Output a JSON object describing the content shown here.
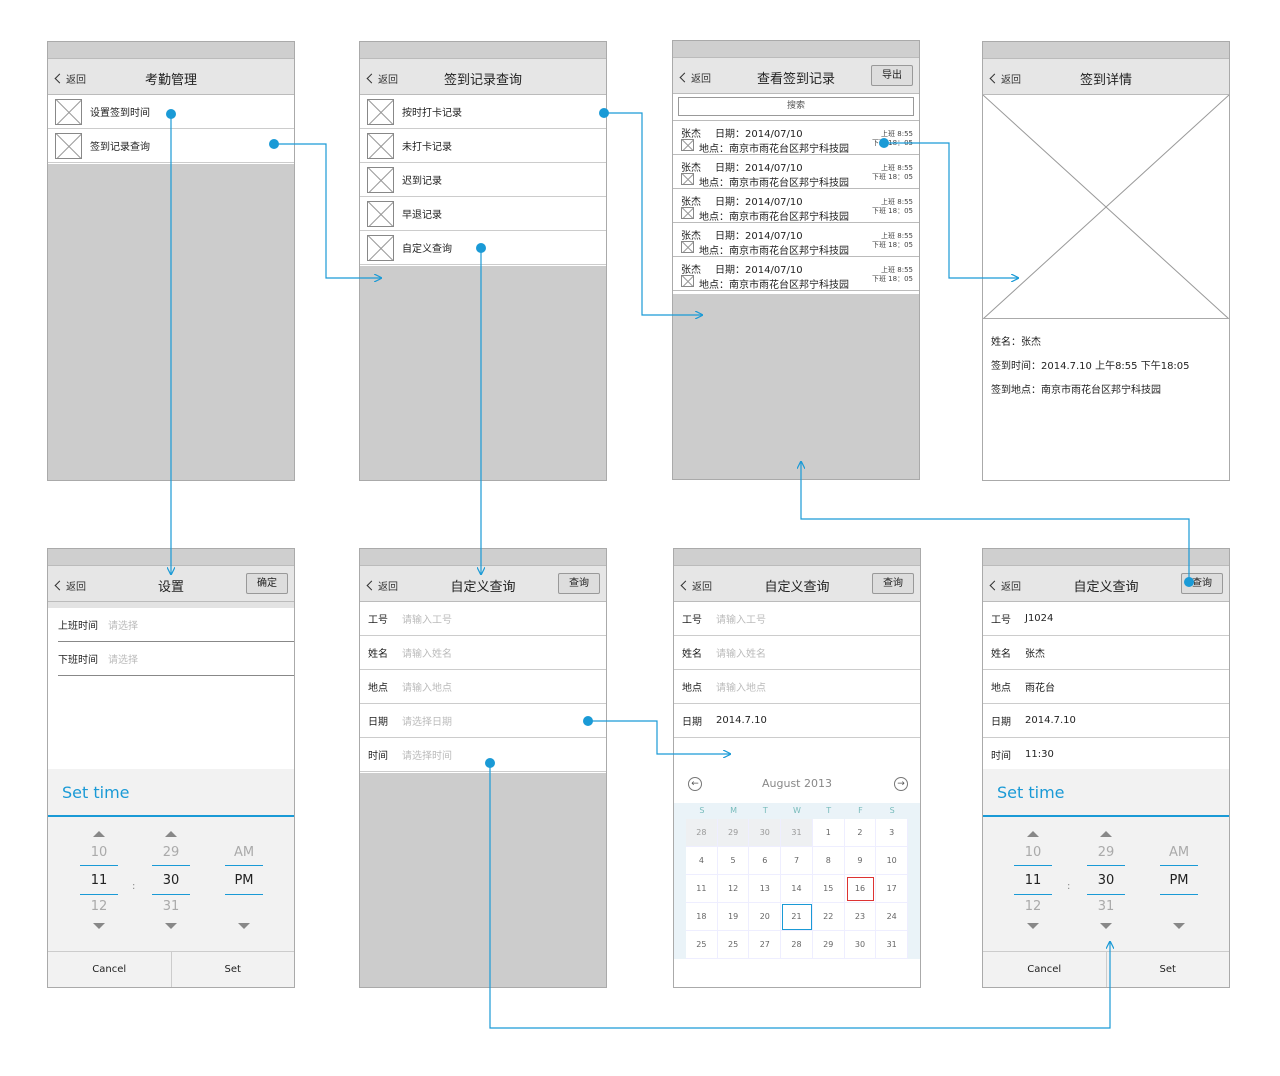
{
  "common": {
    "back": "返回"
  },
  "s1": {
    "title": "考勤管理",
    "items": [
      "设置签到时间",
      "签到记录查询"
    ]
  },
  "s2": {
    "title": "签到记录查询",
    "items": [
      "按时打卡记录",
      "未打卡记录",
      "迟到记录",
      "早退记录",
      "自定义查询"
    ]
  },
  "s3": {
    "title": "查看签到记录",
    "export": "导出",
    "search": "搜索",
    "record": {
      "name": "张杰",
      "date": "日期：2014/07/10",
      "loc": "地点：南京市雨花台区邦宁科技园",
      "on": "上班 8:55",
      "off": "下班 18：05"
    }
  },
  "s4": {
    "title": "签到详情",
    "name": "姓名：张杰",
    "time": "签到时间：2014.7.10   上午8:55  下午18:05",
    "place": "签到地点：南京市雨花台区邦宁科技园"
  },
  "s5": {
    "title": "设置",
    "confirm": "确定",
    "row1": "上班时间",
    "row2": "下班时间",
    "choose": "请选择"
  },
  "picker": {
    "title": "Set time",
    "h": [
      "10",
      "11",
      "12"
    ],
    "m": [
      "29",
      "30",
      "31"
    ],
    "ap": [
      "AM",
      "PM"
    ],
    "cancel": "Cancel",
    "set": "Set",
    "colon": ":"
  },
  "q": {
    "title": "自定义查询",
    "btn": "查询",
    "labels": [
      "工号",
      "姓名",
      "地点",
      "日期",
      "时间"
    ],
    "placeholders": [
      "请输入工号",
      "请输入姓名",
      "请输入地点",
      "请选择日期",
      "请选择时间"
    ],
    "date_val": "2014.7.10",
    "filled": [
      "J1024",
      "张杰",
      "雨花台",
      "2014.7.10",
      "11:30"
    ]
  },
  "calendar": {
    "month": "August 2013",
    "weekdays": [
      "S",
      "M",
      "T",
      "W",
      "T",
      "F",
      "S"
    ],
    "rows": [
      [
        "28",
        "29",
        "30",
        "31",
        "1",
        "2",
        "3"
      ],
      [
        "4",
        "5",
        "6",
        "7",
        "8",
        "9",
        "10"
      ],
      [
        "11",
        "12",
        "13",
        "14",
        "15",
        "16",
        "17"
      ],
      [
        "18",
        "19",
        "20",
        "21",
        "22",
        "23",
        "24"
      ],
      [
        "25",
        "25",
        "27",
        "28",
        "29",
        "30",
        "31"
      ]
    ]
  },
  "colors": {
    "accent": "#1a9ad6",
    "gray": "#cccccc"
  }
}
